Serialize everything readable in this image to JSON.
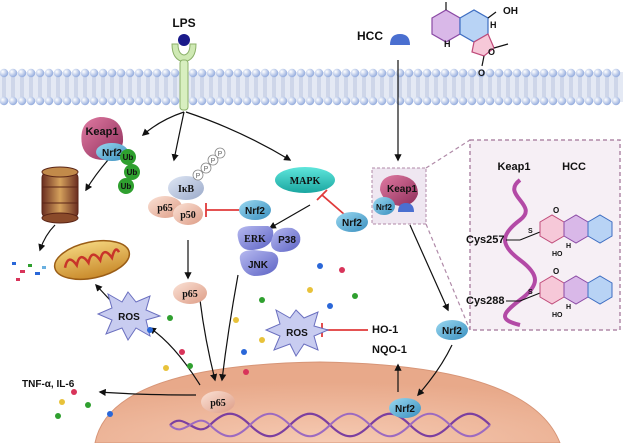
{
  "labels": {
    "lps": "LPS",
    "hcc_top": "HCC",
    "keap1_left": "Keap1",
    "nrf2_left": "Nrf2",
    "ub": "Ub",
    "ikb": "IκB",
    "p_group": "P",
    "p65_complex": "p65",
    "p50": "p50",
    "nrf2_ikb": "Nrf2",
    "mapk": "MAPK",
    "nrf2_mapk": "Nrf2",
    "erk": "ERK",
    "p38": "P38",
    "jnk": "JNK",
    "p65_mid": "p65",
    "ros_left": "ROS",
    "ros_right": "ROS",
    "ho1": "HO-1",
    "nqo1": "NQO-1",
    "tnf_il6": "TNF-α, IL-6",
    "p65_nucleus": "p65",
    "nrf2_nucleus": "Nrf2",
    "keap1_complex": "Keap1",
    "nrf2_complex": "Nrf2",
    "nrf2_released": "Nrf2",
    "inset_keap1": "Keap1",
    "inset_hcc": "HCC",
    "cys257": "Cys257",
    "cys288": "Cys288",
    "oh_top": "OH",
    "h1": "H",
    "h2": "H",
    "o_ring": "O",
    "o_carbonyl": "O",
    "inset_s1": "S",
    "inset_s2": "S",
    "inset_o1": "O",
    "inset_o2": "O",
    "inset_ho1": "HO",
    "inset_ho2": "HO",
    "inset_h1": "H",
    "inset_h2": "H"
  },
  "colors": {
    "membrane_head": "#8fa8dc",
    "membrane_tail": "#c9d2e8",
    "keap1": "#c0527d",
    "nrf2": "#5ab2d6",
    "ub": "#2fa02f",
    "p65": "#f1c2b2",
    "mapk": "#26c6c0",
    "mapk_sub": "#8b8fd8",
    "ros": "#c8ccf0",
    "nucleus": "#f2b89c",
    "inhibit": "#e03a3a",
    "inset_border": "#b08aa8",
    "inset_bg": "#f3ecf2"
  }
}
